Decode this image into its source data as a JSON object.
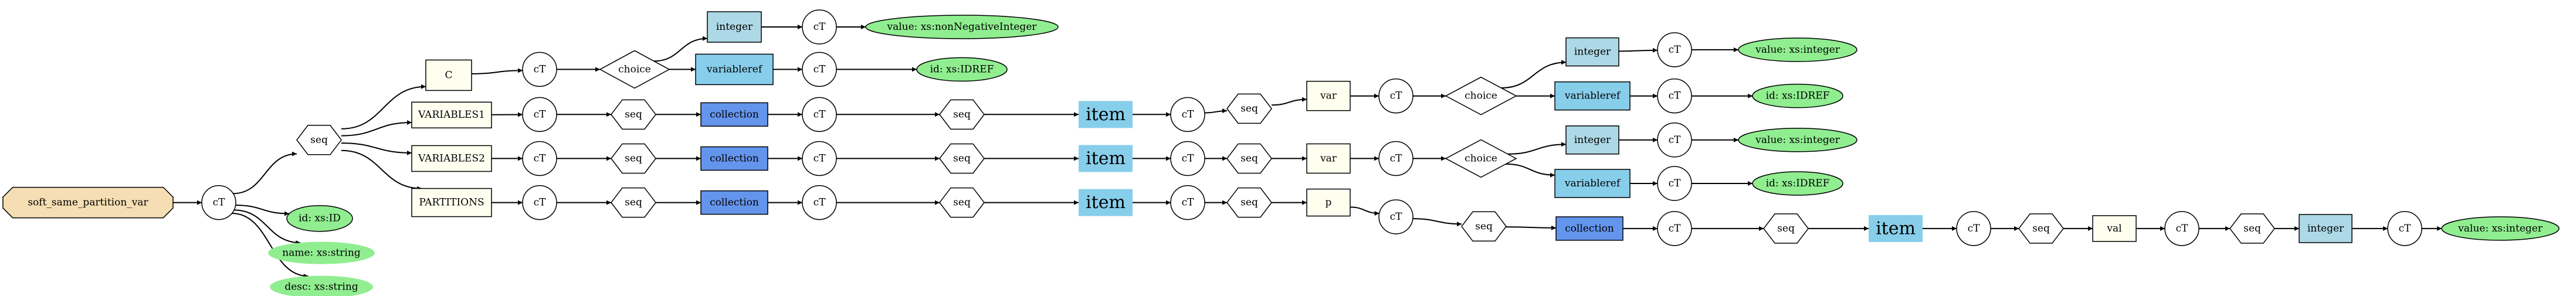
{
  "nodes": [
    {
      "id": "root",
      "label": "soft_same_partition_var",
      "shape": "octagon",
      "fill": "#f5deb3"
    },
    {
      "id": "ct0",
      "label": "cT",
      "shape": "circle",
      "fill": "#ffffff"
    },
    {
      "id": "seq0",
      "label": "seq",
      "shape": "hexagon",
      "fill": "#ffffff"
    },
    {
      "id": "attr_id",
      "label": "id: xs:ID",
      "shape": "ellipse",
      "fill": "#90ee90",
      "stroke": true
    },
    {
      "id": "attr_name",
      "label": "name: xs:string",
      "shape": "ellipse",
      "fill": "#90ee90",
      "stroke": false
    },
    {
      "id": "attr_desc",
      "label": "desc: xs:string",
      "shape": "ellipse",
      "fill": "#90ee90",
      "stroke": false
    },
    {
      "id": "C",
      "label": "C",
      "shape": "rect",
      "fill": "#fffff0"
    },
    {
      "id": "ctC",
      "label": "cT",
      "shape": "circle",
      "fill": "#ffffff"
    },
    {
      "id": "choiceC",
      "label": "choice",
      "shape": "diamond",
      "fill": "#ffffff"
    },
    {
      "id": "intC",
      "label": "integer",
      "shape": "rect",
      "fill": "#add8e6"
    },
    {
      "id": "ctIntC",
      "label": "cT",
      "shape": "circle",
      "fill": "#ffffff"
    },
    {
      "id": "valIntC",
      "label": "value: xs:nonNegativeInteger",
      "shape": "ellipse",
      "fill": "#90ee90",
      "stroke": true
    },
    {
      "id": "varrefC",
      "label": "variableref",
      "shape": "rect",
      "fill": "#87ceeb"
    },
    {
      "id": "ctVarrefC",
      "label": "cT",
      "shape": "circle",
      "fill": "#ffffff"
    },
    {
      "id": "idrefC",
      "label": "id: xs:IDREF",
      "shape": "ellipse",
      "fill": "#90ee90",
      "stroke": true
    },
    {
      "id": "V1",
      "label": "VARIABLES1",
      "shape": "rect",
      "fill": "#fffff0"
    },
    {
      "id": "ctV1",
      "label": "cT",
      "shape": "circle",
      "fill": "#ffffff"
    },
    {
      "id": "seqV1",
      "label": "seq",
      "shape": "hexagon",
      "fill": "#ffffff"
    },
    {
      "id": "colV1",
      "label": "collection",
      "shape": "rect",
      "fill": "#6495ed"
    },
    {
      "id": "ctColV1",
      "label": "cT",
      "shape": "circle",
      "fill": "#ffffff"
    },
    {
      "id": "seqColV1",
      "label": "seq",
      "shape": "hexagon",
      "fill": "#ffffff"
    },
    {
      "id": "itemV1",
      "label": "item",
      "shape": "item",
      "fill": "#87ceeb"
    },
    {
      "id": "ctItemV1",
      "label": "cT",
      "shape": "circle",
      "fill": "#ffffff"
    },
    {
      "id": "seqItemV1",
      "label": "seq",
      "shape": "hexagon",
      "fill": "#ffffff"
    },
    {
      "id": "varV1",
      "label": "var",
      "shape": "rect",
      "fill": "#fffff0"
    },
    {
      "id": "ctVarV1",
      "label": "cT",
      "shape": "circle",
      "fill": "#ffffff"
    },
    {
      "id": "choiceV1",
      "label": "choice",
      "shape": "diamond",
      "fill": "#ffffff"
    },
    {
      "id": "intV1",
      "label": "integer",
      "shape": "rect",
      "fill": "#add8e6"
    },
    {
      "id": "ctIntV1",
      "label": "cT",
      "shape": "circle",
      "fill": "#ffffff"
    },
    {
      "id": "valIntV1",
      "label": "value: xs:integer",
      "shape": "ellipse",
      "fill": "#90ee90",
      "stroke": true
    },
    {
      "id": "varrefV1",
      "label": "variableref",
      "shape": "rect",
      "fill": "#87ceeb"
    },
    {
      "id": "ctVarrefV1",
      "label": "cT",
      "shape": "circle",
      "fill": "#ffffff"
    },
    {
      "id": "idrefV1",
      "label": "id: xs:IDREF",
      "shape": "ellipse",
      "fill": "#90ee90",
      "stroke": true
    },
    {
      "id": "V2",
      "label": "VARIABLES2",
      "shape": "rect",
      "fill": "#fffff0"
    },
    {
      "id": "ctV2",
      "label": "cT",
      "shape": "circle",
      "fill": "#ffffff"
    },
    {
      "id": "seqV2",
      "label": "seq",
      "shape": "hexagon",
      "fill": "#ffffff"
    },
    {
      "id": "colV2",
      "label": "collection",
      "shape": "rect",
      "fill": "#6495ed"
    },
    {
      "id": "ctColV2",
      "label": "cT",
      "shape": "circle",
      "fill": "#ffffff"
    },
    {
      "id": "seqColV2",
      "label": "seq",
      "shape": "hexagon",
      "fill": "#ffffff"
    },
    {
      "id": "itemV2",
      "label": "item",
      "shape": "item",
      "fill": "#87ceeb"
    },
    {
      "id": "ctItemV2",
      "label": "cT",
      "shape": "circle",
      "fill": "#ffffff"
    },
    {
      "id": "seqItemV2",
      "label": "seq",
      "shape": "hexagon",
      "fill": "#ffffff"
    },
    {
      "id": "varV2",
      "label": "var",
      "shape": "rect",
      "fill": "#fffff0"
    },
    {
      "id": "ctVarV2",
      "label": "cT",
      "shape": "circle",
      "fill": "#ffffff"
    },
    {
      "id": "choiceV2",
      "label": "choice",
      "shape": "diamond",
      "fill": "#ffffff"
    },
    {
      "id": "intV2",
      "label": "integer",
      "shape": "rect",
      "fill": "#add8e6"
    },
    {
      "id": "ctIntV2",
      "label": "cT",
      "shape": "circle",
      "fill": "#ffffff"
    },
    {
      "id": "valIntV2",
      "label": "value: xs:integer",
      "shape": "ellipse",
      "fill": "#90ee90",
      "stroke": true
    },
    {
      "id": "varrefV2",
      "label": "variableref",
      "shape": "rect",
      "fill": "#87ceeb"
    },
    {
      "id": "ctVarrefV2",
      "label": "cT",
      "shape": "circle",
      "fill": "#ffffff"
    },
    {
      "id": "idrefV2",
      "label": "id: xs:IDREF",
      "shape": "ellipse",
      "fill": "#90ee90",
      "stroke": true
    },
    {
      "id": "P",
      "label": "PARTITIONS",
      "shape": "rect",
      "fill": "#fffff0"
    },
    {
      "id": "ctP",
      "label": "cT",
      "shape": "circle",
      "fill": "#ffffff"
    },
    {
      "id": "seqP",
      "label": "seq",
      "shape": "hexagon",
      "fill": "#ffffff"
    },
    {
      "id": "colP",
      "label": "collection",
      "shape": "rect",
      "fill": "#6495ed"
    },
    {
      "id": "ctColP",
      "label": "cT",
      "shape": "circle",
      "fill": "#ffffff"
    },
    {
      "id": "seqColP",
      "label": "seq",
      "shape": "hexagon",
      "fill": "#ffffff"
    },
    {
      "id": "itemP",
      "label": "item",
      "shape": "item",
      "fill": "#87ceeb"
    },
    {
      "id": "ctItemP",
      "label": "cT",
      "shape": "circle",
      "fill": "#ffffff"
    },
    {
      "id": "seqItemP",
      "label": "seq",
      "shape": "hexagon",
      "fill": "#ffffff"
    },
    {
      "id": "pP",
      "label": "p",
      "shape": "rect",
      "fill": "#fffff0"
    },
    {
      "id": "ctPP",
      "label": "cT",
      "shape": "circle",
      "fill": "#ffffff"
    },
    {
      "id": "seqPP",
      "label": "seq",
      "shape": "hexagon",
      "fill": "#ffffff"
    },
    {
      "id": "colPP",
      "label": "collection",
      "shape": "rect",
      "fill": "#6495ed"
    },
    {
      "id": "ctColPP",
      "label": "cT",
      "shape": "circle",
      "fill": "#ffffff"
    },
    {
      "id": "seqColPP",
      "label": "seq",
      "shape": "hexagon",
      "fill": "#ffffff"
    },
    {
      "id": "itemPP",
      "label": "item",
      "shape": "item",
      "fill": "#87ceeb"
    },
    {
      "id": "ctItemPP",
      "label": "cT",
      "shape": "circle",
      "fill": "#ffffff"
    },
    {
      "id": "seqItemPP",
      "label": "seq",
      "shape": "hexagon",
      "fill": "#ffffff"
    },
    {
      "id": "valPP",
      "label": "val",
      "shape": "rect",
      "fill": "#fffff0"
    },
    {
      "id": "ctValPP",
      "label": "cT",
      "shape": "circle",
      "fill": "#ffffff"
    },
    {
      "id": "seqValPP",
      "label": "seq",
      "shape": "hexagon",
      "fill": "#ffffff"
    },
    {
      "id": "intPP",
      "label": "integer",
      "shape": "rect",
      "fill": "#add8e6"
    },
    {
      "id": "ctIntPP",
      "label": "cT",
      "shape": "circle",
      "fill": "#ffffff"
    },
    {
      "id": "valIntPP",
      "label": "value: xs:integer",
      "shape": "ellipse",
      "fill": "#90ee90",
      "stroke": true
    }
  ],
  "edges": [
    [
      "root",
      "ct0"
    ],
    [
      "ct0",
      "seq0"
    ],
    [
      "ct0",
      "attr_id"
    ],
    [
      "ct0",
      "attr_name"
    ],
    [
      "ct0",
      "attr_desc"
    ],
    [
      "seq0",
      "C"
    ],
    [
      "seq0",
      "V1"
    ],
    [
      "seq0",
      "V2"
    ],
    [
      "seq0",
      "P"
    ],
    [
      "C",
      "ctC"
    ],
    [
      "ctC",
      "choiceC"
    ],
    [
      "choiceC",
      "intC"
    ],
    [
      "choiceC",
      "varrefC"
    ],
    [
      "intC",
      "ctIntC"
    ],
    [
      "ctIntC",
      "valIntC"
    ],
    [
      "varrefC",
      "ctVarrefC"
    ],
    [
      "ctVarrefC",
      "idrefC"
    ],
    [
      "V1",
      "ctV1"
    ],
    [
      "ctV1",
      "seqV1"
    ],
    [
      "seqV1",
      "colV1"
    ],
    [
      "colV1",
      "ctColV1"
    ],
    [
      "ctColV1",
      "seqColV1"
    ],
    [
      "seqColV1",
      "itemV1"
    ],
    [
      "itemV1",
      "ctItemV1"
    ],
    [
      "ctItemV1",
      "seqItemV1"
    ],
    [
      "seqItemV1",
      "varV1"
    ],
    [
      "varV1",
      "ctVarV1"
    ],
    [
      "ctVarV1",
      "choiceV1"
    ],
    [
      "choiceV1",
      "intV1"
    ],
    [
      "choiceV1",
      "varrefV1"
    ],
    [
      "intV1",
      "ctIntV1"
    ],
    [
      "ctIntV1",
      "valIntV1"
    ],
    [
      "varrefV1",
      "ctVarrefV1"
    ],
    [
      "ctVarrefV1",
      "idrefV1"
    ],
    [
      "V2",
      "ctV2"
    ],
    [
      "ctV2",
      "seqV2"
    ],
    [
      "seqV2",
      "colV2"
    ],
    [
      "colV2",
      "ctColV2"
    ],
    [
      "ctColV2",
      "seqColV2"
    ],
    [
      "seqColV2",
      "itemV2"
    ],
    [
      "itemV2",
      "ctItemV2"
    ],
    [
      "ctItemV2",
      "seqItemV2"
    ],
    [
      "seqItemV2",
      "varV2"
    ],
    [
      "varV2",
      "ctVarV2"
    ],
    [
      "ctVarV2",
      "choiceV2"
    ],
    [
      "choiceV2",
      "intV2"
    ],
    [
      "choiceV2",
      "varrefV2"
    ],
    [
      "intV2",
      "ctIntV2"
    ],
    [
      "ctIntV2",
      "valIntV2"
    ],
    [
      "varrefV2",
      "ctVarrefV2"
    ],
    [
      "ctVarrefV2",
      "idrefV2"
    ],
    [
      "P",
      "ctP"
    ],
    [
      "ctP",
      "seqP"
    ],
    [
      "seqP",
      "colP"
    ],
    [
      "colP",
      "ctColP"
    ],
    [
      "ctColP",
      "seqColP"
    ],
    [
      "seqColP",
      "itemP"
    ],
    [
      "itemP",
      "ctItemP"
    ],
    [
      "ctItemP",
      "seqItemP"
    ],
    [
      "seqItemP",
      "pP"
    ],
    [
      "pP",
      "ctPP"
    ],
    [
      "ctPP",
      "seqPP"
    ],
    [
      "seqPP",
      "colPP"
    ],
    [
      "colPP",
      "ctColPP"
    ],
    [
      "ctColPP",
      "seqColPP"
    ],
    [
      "seqColPP",
      "itemPP"
    ],
    [
      "itemPP",
      "ctItemPP"
    ],
    [
      "ctItemPP",
      "seqItemPP"
    ],
    [
      "seqItemPP",
      "valPP"
    ],
    [
      "valPP",
      "ctValPP"
    ],
    [
      "ctValPP",
      "seqValPP"
    ],
    [
      "seqValPP",
      "intPP"
    ],
    [
      "intPP",
      "ctIntPP"
    ],
    [
      "ctIntPP",
      "valIntPP"
    ]
  ]
}
